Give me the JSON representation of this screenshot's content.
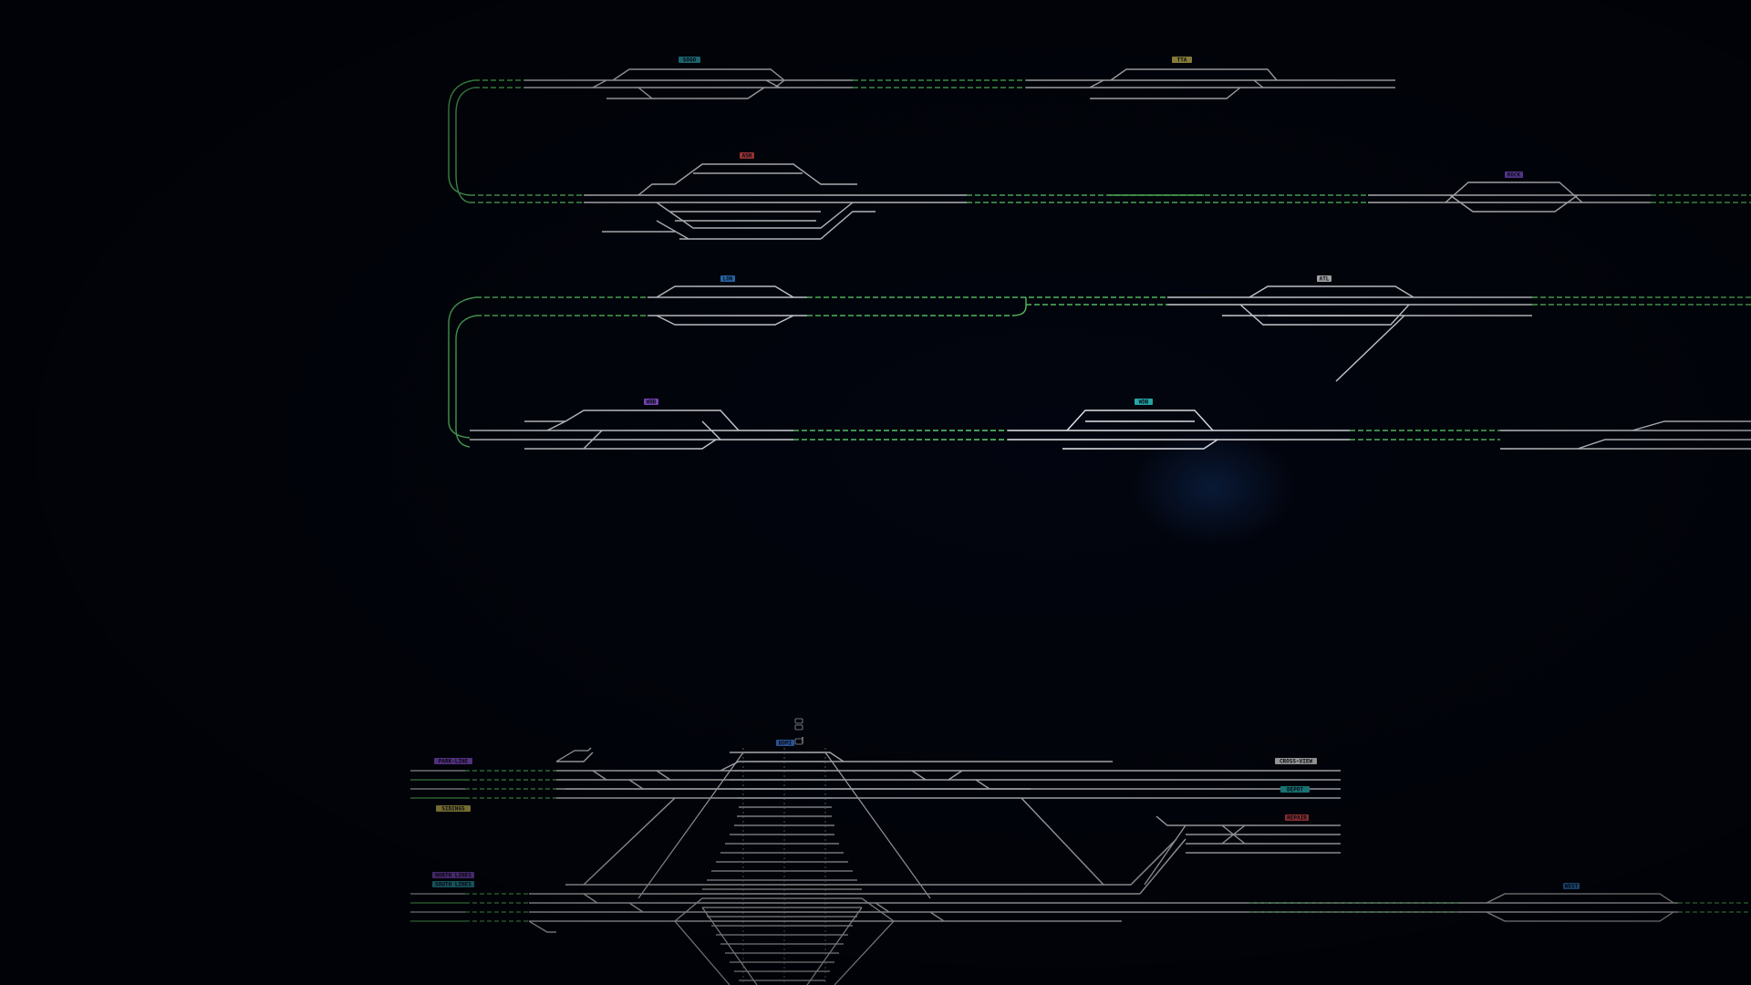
{
  "station_tags": [
    {
      "label": "SOGO",
      "color": "#2fa6b8"
    },
    {
      "label": "TTA",
      "color": "#d4c45a"
    },
    {
      "label": "ASH",
      "color": "#d84848"
    },
    {
      "label": "ROCK",
      "color": "#7b4fd0"
    },
    {
      "label": "LON",
      "color": "#2f7fd0"
    },
    {
      "label": "ATL",
      "color": "#c8c8c8"
    },
    {
      "label": "WBB",
      "color": "#8e52d8"
    },
    {
      "label": "WDB",
      "color": "#26b0b0"
    },
    {
      "label": "BDMI",
      "color": "#3a7ad8"
    },
    {
      "label": "CROSS-VIEW",
      "color": "#d8d8d8"
    },
    {
      "label": "PARK-LINE",
      "color": "#8e52d8"
    },
    {
      "label": "DEPOT",
      "color": "#26b0b0"
    },
    {
      "label": "REPAIR",
      "color": "#d84848"
    },
    {
      "label": "SIDINGS",
      "color": "#d4c45a"
    },
    {
      "label": "NORTH LINES",
      "color": "#8e52d8"
    },
    {
      "label": "SOUTH LINES",
      "color": "#2fa6b8"
    },
    {
      "label": "WEST",
      "color": "#2f7fd0"
    }
  ],
  "colors": {
    "background": "#02050f",
    "track": "#e8ecf2",
    "signal_route": "#4cc25a",
    "signal_dashed": "#3aa848"
  }
}
